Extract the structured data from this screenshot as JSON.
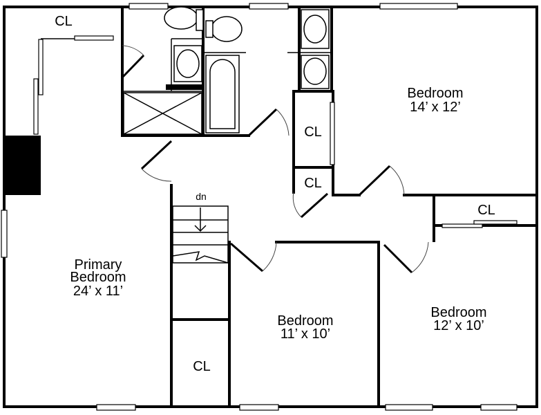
{
  "colors": {
    "wall": "#000000",
    "background": "#ffffff"
  },
  "rooms": {
    "primary": {
      "name_line1": "Primary",
      "name_line2": "Bedroom",
      "dims": "24’ x 11’"
    },
    "bedroom_ne": {
      "name": "Bedroom",
      "dims": "14’ x 12’"
    },
    "bedroom_center": {
      "name": "Bedroom",
      "dims": "11’ x 10’"
    },
    "bedroom_se": {
      "name": "Bedroom",
      "dims": "12’ x 10’"
    }
  },
  "closets": {
    "cl_top_left": "CL",
    "cl_hall_upper": "CL",
    "cl_hall_lower": "CL",
    "cl_right": "CL",
    "cl_bottom": "CL"
  },
  "stairs": {
    "label": "dn"
  }
}
